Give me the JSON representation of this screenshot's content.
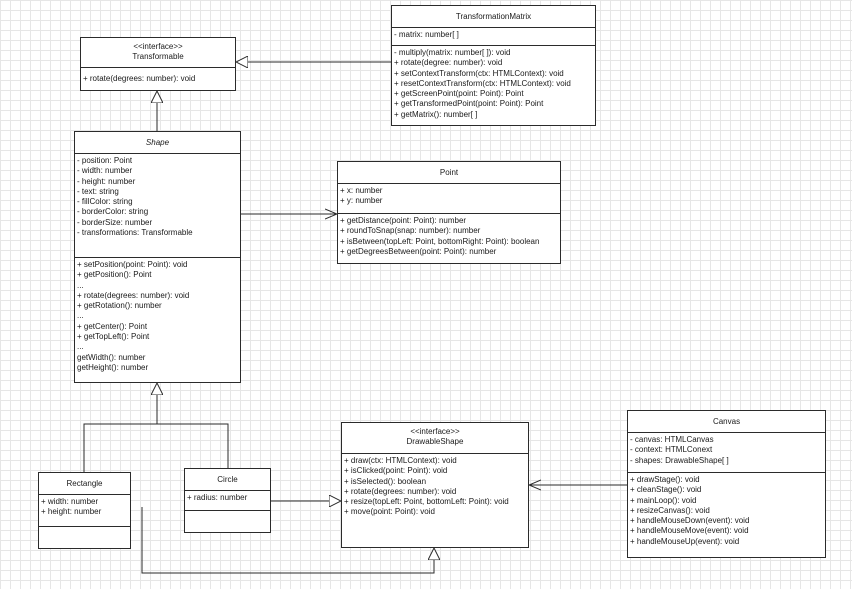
{
  "classes": {
    "transformable": {
      "stereotype": "<<interface>>",
      "name": "Transformable",
      "attributes": [],
      "methods": [
        "+ rotate(degrees: number): void"
      ]
    },
    "transformation_matrix": {
      "name": "TransformationMatrix",
      "attributes": [
        "- matrix: number[ ]"
      ],
      "methods": [
        "- multiply(matrix: number[ ]): void",
        "+ rotate(degree: number): void",
        "+ setContextTransform(ctx: HTMLContext): void",
        "+ resetContextTransform(ctx: HTMLContext): void",
        "+ getScreenPoint(point: Point): Point",
        "+ getTransformedPoint(point: Point): Point",
        "+ getMatrix(): number[ ]"
      ]
    },
    "shape": {
      "name": "Shape",
      "attributes": [
        "- position: Point",
        "- width: number",
        "- height: number",
        "- text: string",
        "- fillColor: string",
        "- borderColor: string",
        "- borderSize: number",
        "- transformations: Transformable"
      ],
      "methods": [
        "+ setPosition(point: Point): void",
        "+ getPosition(): Point",
        "...",
        "+ rotate(degrees: number): void",
        "+ getRotation(): number",
        "...",
        "+ getCenter(): Point",
        "+ getTopLeft(): Point",
        "...",
        "getWidth(): number",
        "getHeight(): number"
      ]
    },
    "point": {
      "name": "Point",
      "attributes": [
        "+ x: number",
        "+ y: number"
      ],
      "methods": [
        "+ getDistance(point: Point): number",
        "+ roundToSnap(snap: number): number",
        "+ isBetween(topLeft: Point, bottomRight: Point): boolean",
        "+ getDegreesBetween(point: Point): number"
      ]
    },
    "rectangle": {
      "name": "Rectangle",
      "attributes": [
        "+ width: number",
        "+ height: number"
      ],
      "methods": []
    },
    "circle": {
      "name": "Circle",
      "attributes": [
        "+ radius: number"
      ],
      "methods": []
    },
    "drawable_shape": {
      "stereotype": "<<interface>>",
      "name": "DrawableShape",
      "attributes": [],
      "methods": [
        "+ draw(ctx: HTMLContext): void",
        "+ isClicked(point: Point): void",
        "+ isSelected(): boolean",
        "+ rotate(degrees: number): void",
        "+ resize(topLeft: Point, bottomLeft: Point): void",
        "+ move(point: Point): void"
      ]
    },
    "canvas": {
      "name": "Canvas",
      "attributes": [
        "- canvas: HTMLCanvas",
        "- context: HTMLConext",
        "- shapes: DrawableShape[ ]"
      ],
      "methods": [
        "+ drawStage(): void",
        "+ cleanStage(): void",
        "+ mainLoop(): void",
        "+ resizeCanvas(): void",
        "+ handleMouseDown(event): void",
        "+ handleMouseMove(event): void",
        "+ handleMouseUp(event): void"
      ]
    }
  },
  "colors": {
    "line": "#2b2b2b",
    "grid": "#e6e6e6"
  }
}
